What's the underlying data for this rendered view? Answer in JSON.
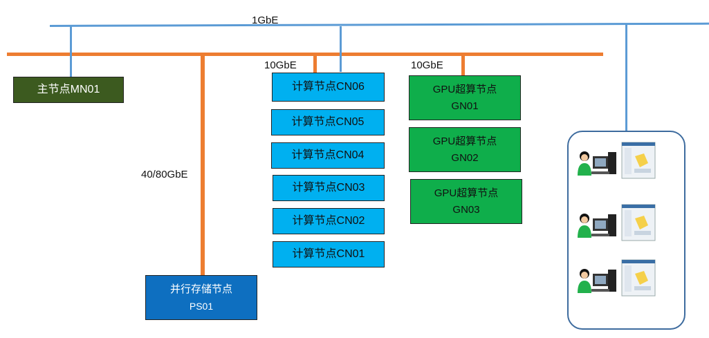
{
  "links": {
    "mgmt": "1GbE",
    "compute": "10GbE",
    "gpu": "10GbE",
    "storage": "40/80GbE"
  },
  "master": {
    "label": "主节点MN01"
  },
  "compute_nodes": [
    "计算节点CN06",
    "计算节点CN05",
    "计算节点CN04",
    "计算节点CN03",
    "计算节点CN02",
    "计算节点CN01"
  ],
  "gpu_nodes": [
    {
      "line1": "GPU超算节点",
      "line2": "GN01"
    },
    {
      "line1": "GPU超算节点",
      "line2": "GN02"
    },
    {
      "line1": "GPU超算节点",
      "line2": "GN03"
    }
  ],
  "storage": {
    "line1": "并行存储节点",
    "line2": "PS01"
  },
  "colors": {
    "mgmt_line": "#5b9bd5",
    "data_line": "#ed7d31",
    "master": "#3c5a1f",
    "compute": "#00b0f0",
    "gpu": "#0fae4b",
    "storage": "#0e6fc0",
    "client_border": "#3d6b9e"
  },
  "icons": [
    "user-icon",
    "computer-tower-icon",
    "monitor-screen-icon"
  ]
}
